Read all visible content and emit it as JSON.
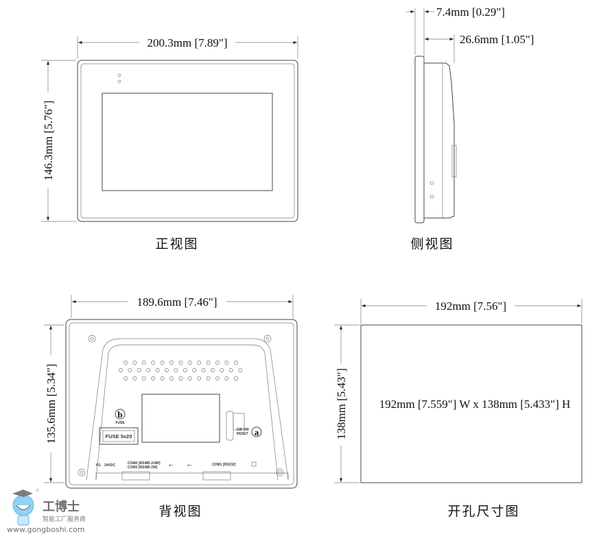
{
  "front_view": {
    "width_label": "200.3mm [7.89\"]",
    "height_label": "146.3mm [5.76\"]",
    "caption": "正视图"
  },
  "side_view": {
    "bezel_label": "7.4mm [0.29\"]",
    "depth_label": "26.6mm [1.05\"]",
    "caption": "侧视图"
  },
  "back_view": {
    "width_label": "189.6mm [7.46\"]",
    "height_label": "135.6mm [5.34\"]",
    "caption": "背视图",
    "fuse_marker": "b",
    "fuse_label": "FUSE",
    "fuse_box": "FUSE 5x20",
    "dip_marker": "a",
    "dip_label": "DIP SW",
    "reset_label": "RESET",
    "power_labels": [
      "FG",
      "24VDC"
    ],
    "com2_label": "COM2 [RS485 2/4W]",
    "com3_label": "COM3 [RS485 2W]",
    "com1_label": "COM1 [RS232]"
  },
  "cutout": {
    "width_label": "192mm [7.56\"]",
    "height_label": "138mm [5.43\"]",
    "spec": "192mm [7.559\"] W x 138mm [5.433\"] H",
    "caption": "开孔尺寸图"
  },
  "watermark": {
    "name": "工博士",
    "tagline": "智能工厂服务商",
    "url": "www.gongboshi.com",
    "registered": "®"
  }
}
